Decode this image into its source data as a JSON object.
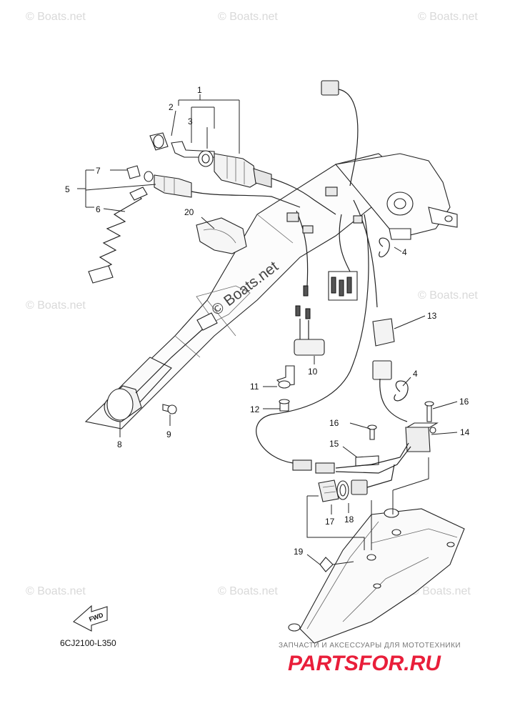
{
  "diagram": {
    "part_labels": [
      {
        "id": "1",
        "text": "1"
      },
      {
        "id": "2",
        "text": "2"
      },
      {
        "id": "3",
        "text": "3"
      },
      {
        "id": "4a",
        "text": "4"
      },
      {
        "id": "4b",
        "text": "4"
      },
      {
        "id": "5",
        "text": "5"
      },
      {
        "id": "6",
        "text": "6"
      },
      {
        "id": "7",
        "text": "7"
      },
      {
        "id": "8",
        "text": "8"
      },
      {
        "id": "9",
        "text": "9"
      },
      {
        "id": "10",
        "text": "10"
      },
      {
        "id": "11",
        "text": "11"
      },
      {
        "id": "12",
        "text": "12"
      },
      {
        "id": "13",
        "text": "13"
      },
      {
        "id": "14",
        "text": "14"
      },
      {
        "id": "15",
        "text": "15"
      },
      {
        "id": "16a",
        "text": "16"
      },
      {
        "id": "16b",
        "text": "16"
      },
      {
        "id": "17",
        "text": "17"
      },
      {
        "id": "18",
        "text": "18"
      },
      {
        "id": "19",
        "text": "19"
      },
      {
        "id": "20",
        "text": "20"
      }
    ],
    "diagram_code": "6CJ2100-L350",
    "fwd_label": "FWD",
    "watermark": "© Boats.net",
    "center_watermark": "© Boats.net"
  },
  "footer": {
    "subtitle": "ЗАПЧАСТИ И АКСЕССУАРЫ ДЛЯ МОТОТЕХНИКИ",
    "logo": "PARTSFOR.RU",
    "logo_color": "#e91e3a"
  }
}
